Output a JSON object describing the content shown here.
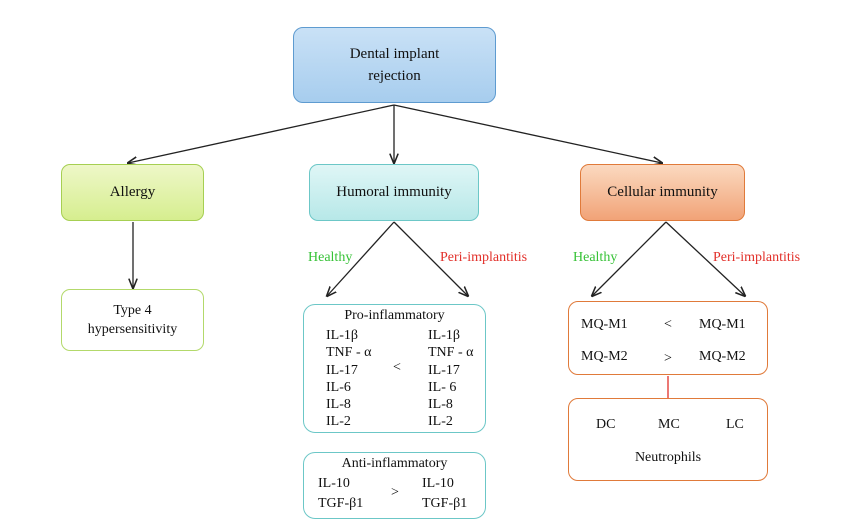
{
  "root": {
    "line1": "Dental implant",
    "line2": "rejection"
  },
  "allergy": {
    "label": "Allergy",
    "child_line1": "Type 4",
    "child_line2": "hypersensitivity"
  },
  "humoral": {
    "label": "Humoral immunity",
    "healthy_label": "Healthy",
    "peri_label": "Peri-implantitis",
    "pro": {
      "title": "Pro-inflammatory",
      "left": [
        "IL-1β",
        "TNF - α",
        "IL-17",
        "IL-6",
        "IL-8",
        "IL-2"
      ],
      "comparator": "<",
      "right": [
        "IL-1β",
        "TNF - α",
        "IL-17",
        "IL- 6",
        "IL-8",
        "IL-2"
      ]
    },
    "anti": {
      "title": "Anti-inflammatory",
      "left": [
        "IL-10",
        "TGF-β1"
      ],
      "comparator": ">",
      "right": [
        "IL-10",
        "TGF-β1"
      ]
    }
  },
  "cellular": {
    "label": "Cellular immunity",
    "healthy_label": "Healthy",
    "peri_label": "Peri-implantitis",
    "macrophages": [
      {
        "left": "MQ-M1",
        "comparator": "<",
        "right": "MQ-M1"
      },
      {
        "left": "MQ-M2",
        "comparator": ">",
        "right": "MQ-M2"
      }
    ],
    "cells": [
      "DC",
      "MC",
      "LC"
    ],
    "neutrophils": "Neutrophils"
  },
  "colors": {
    "healthy": "#36c236",
    "peri": "#e2302a",
    "root_border": "#5e9bd0",
    "allergy_border": "#a6cf52",
    "humoral_border": "#6cc7c7",
    "cellular_border": "#e07a3a"
  }
}
